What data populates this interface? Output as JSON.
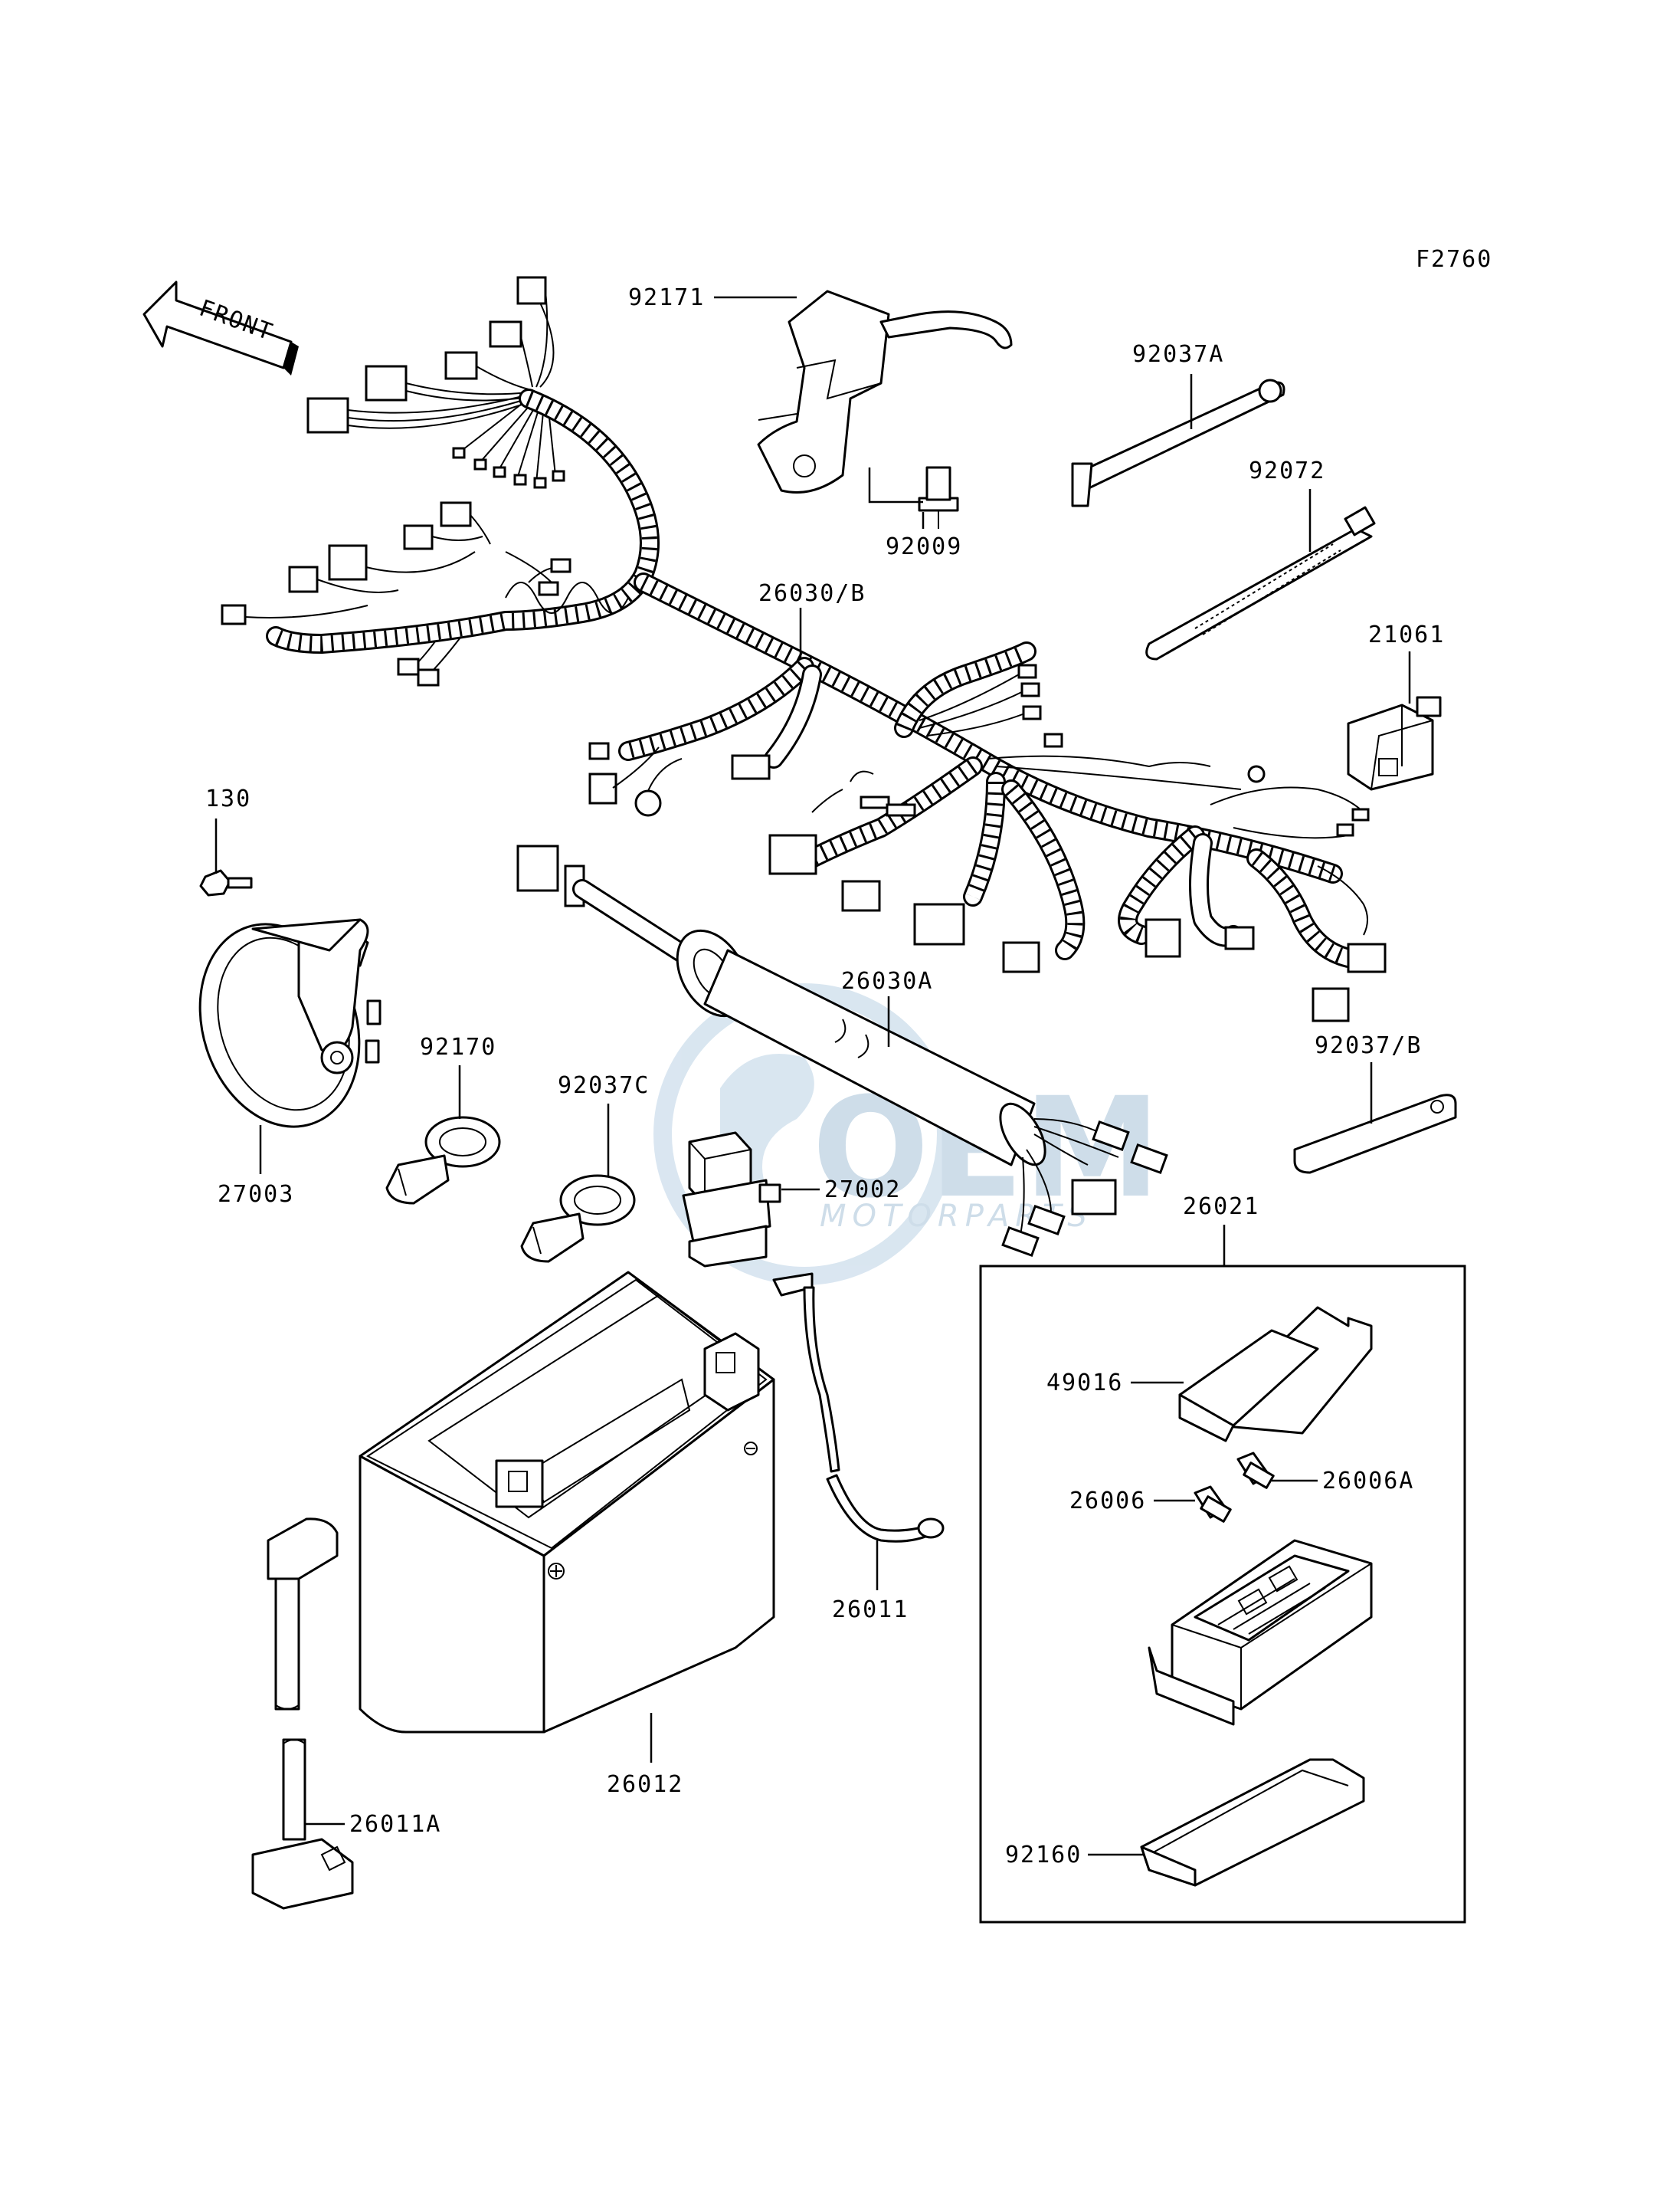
{
  "figure_code": "F2760",
  "front_arrow_label": "FRONT",
  "watermark": {
    "brand": "OEM",
    "subtitle": "MOTORPARTS"
  },
  "part_labels": {
    "p92171": "92171",
    "p92009": "92009",
    "p92037A": "92037A",
    "p92072": "92072",
    "p21061": "21061",
    "p26030B": "26030/B",
    "p130": "130",
    "p27003": "27003",
    "p92170": "92170",
    "p92037C": "92037C",
    "p27002": "27002",
    "p26030A": "26030A",
    "p92037B": "92037/B",
    "p26021": "26021",
    "p49016": "49016",
    "p26006": "26006",
    "p26006A": "26006A",
    "p92160": "92160",
    "p26011": "26011",
    "p26012": "26012",
    "p26011A": "26011A"
  }
}
